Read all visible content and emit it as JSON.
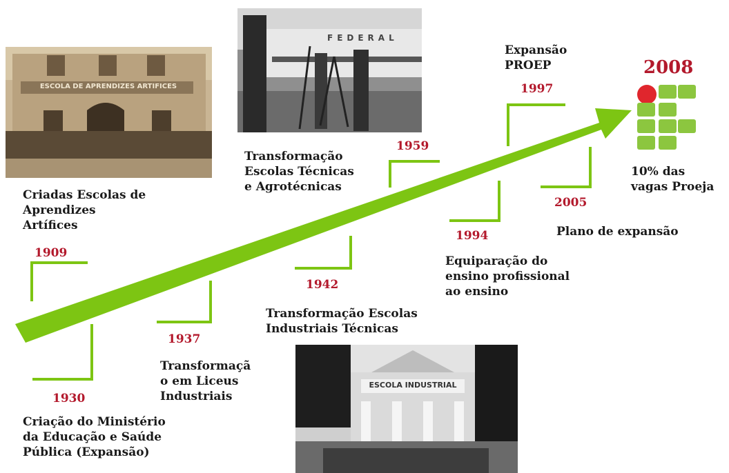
{
  "events": [
    {
      "year": "1909",
      "label": [
        "Criadas Escolas de",
        "Aprendizes",
        "Artífices"
      ]
    },
    {
      "year": "1930",
      "label": [
        "Criação do Ministério",
        "da Educação e Saúde",
        "Pública (Expansão)"
      ]
    },
    {
      "year": "1937",
      "label": [
        "Transformaçã",
        "o em Liceus",
        "Industriais"
      ]
    },
    {
      "year": "1942",
      "label": [
        "Transformação Escolas",
        "Industriais Técnicas"
      ]
    },
    {
      "year": "1959",
      "label": [
        "Transformação",
        "Escolas Técnicas",
        "e Agrotécnicas"
      ]
    },
    {
      "year": "1994",
      "label": [
        "Equiparação do",
        "ensino profissional",
        "ao ensino"
      ]
    },
    {
      "year": "1997",
      "label": [
        "Expansão",
        "PROEP"
      ]
    },
    {
      "year": "2005",
      "label": [
        "Plano de expansão"
      ]
    },
    {
      "year": "2008",
      "label": [
        "10% das",
        "vagas Proeja"
      ]
    }
  ],
  "photos": {
    "escola_aprendizes_sign": "ESCOLA DE APRENDIZES ARTIFICES",
    "federal_sign": "FEDERAL",
    "escola_industrial_sign": "ESCOLA INDUSTRIAL"
  },
  "colors": {
    "arrow": "#7dc513",
    "bracket": "#7dc513",
    "year": "#b3192c",
    "logo_green": "#8cc63f",
    "logo_red": "#e0262d"
  }
}
